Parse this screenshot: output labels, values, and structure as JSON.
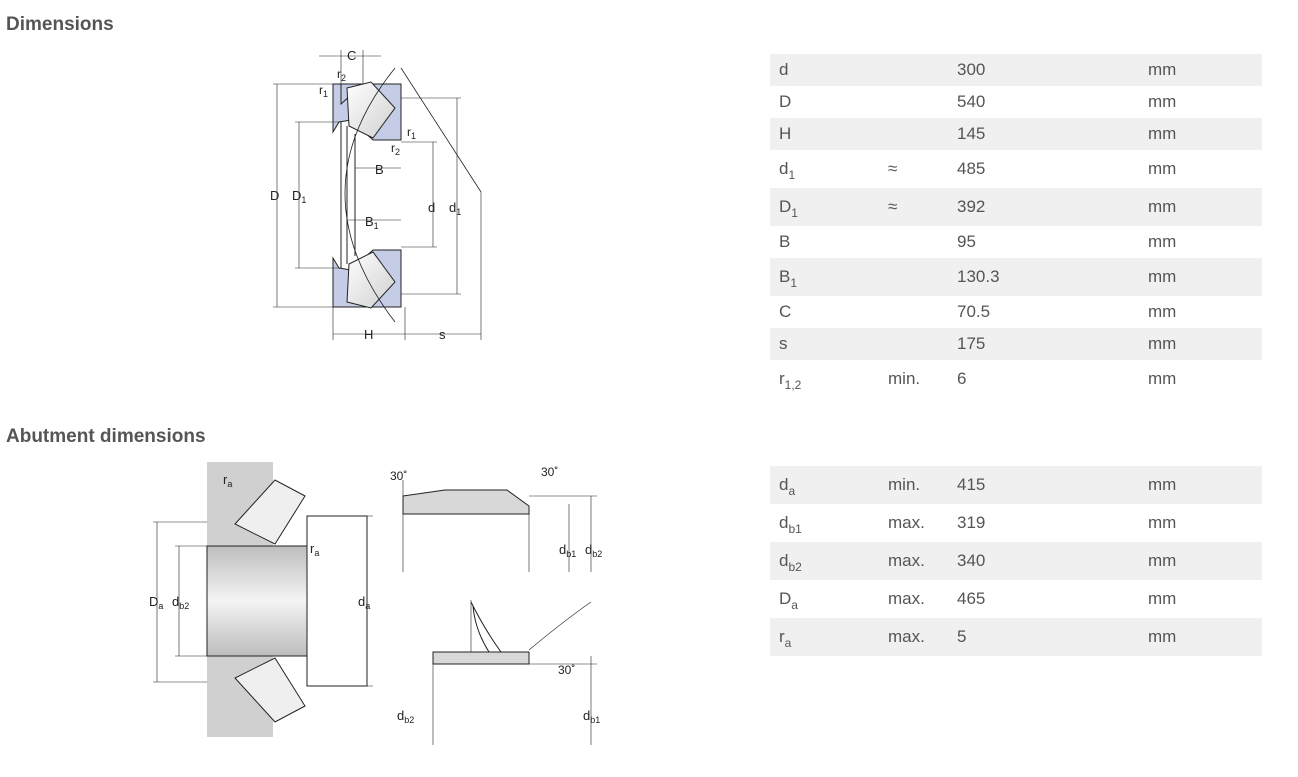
{
  "sections": {
    "dimensions_title": "Dimensions",
    "abutment_title": "Abutment dimensions"
  },
  "dimensions": [
    {
      "sym": "d",
      "sub": "",
      "qual": "",
      "value": "300",
      "unit": "mm"
    },
    {
      "sym": "D",
      "sub": "",
      "qual": "",
      "value": "540",
      "unit": "mm"
    },
    {
      "sym": "H",
      "sub": "",
      "qual": "",
      "value": "145",
      "unit": "mm"
    },
    {
      "sym": "d",
      "sub": "1",
      "qual": "≈",
      "value": "485",
      "unit": "mm"
    },
    {
      "sym": "D",
      "sub": "1",
      "qual": "≈",
      "value": "392",
      "unit": "mm"
    },
    {
      "sym": "B",
      "sub": "",
      "qual": "",
      "value": "95",
      "unit": "mm"
    },
    {
      "sym": "B",
      "sub": "1",
      "qual": "",
      "value": "130.3",
      "unit": "mm"
    },
    {
      "sym": "C",
      "sub": "",
      "qual": "",
      "value": "70.5",
      "unit": "mm"
    },
    {
      "sym": "s",
      "sub": "",
      "qual": "",
      "value": "175",
      "unit": "mm"
    },
    {
      "sym": "r",
      "sub": "1,2",
      "qual": "min.",
      "value": "6",
      "unit": "mm"
    }
  ],
  "abutment": [
    {
      "sym": "d",
      "sub": "a",
      "qual": "min.",
      "value": "415",
      "unit": "mm"
    },
    {
      "sym": "d",
      "sub": "b1",
      "qual": "max.",
      "value": "319",
      "unit": "mm"
    },
    {
      "sym": "d",
      "sub": "b2",
      "qual": "max.",
      "value": "340",
      "unit": "mm"
    },
    {
      "sym": "D",
      "sub": "a",
      "qual": "max.",
      "value": "465",
      "unit": "mm"
    },
    {
      "sym": "r",
      "sub": "a",
      "qual": "max.",
      "value": "5",
      "unit": "mm"
    }
  ],
  "diagram_labels": {
    "C": "C",
    "r2": "r",
    "r2_sub": "2",
    "r1": "r",
    "r1_sub": "1",
    "B": "B",
    "B1": "B",
    "B1_sub": "1",
    "D": "D",
    "D1": "D",
    "D1_sub": "1",
    "d": "d",
    "d1": "d",
    "d1_sub": "1",
    "H": "H",
    "s": "s"
  },
  "abutment_labels": {
    "ra": "r",
    "ra_sub": "a",
    "Da": "D",
    "Da_sub": "a",
    "db2": "d",
    "db2_sub": "b2",
    "db1": "d",
    "db1_sub": "b1",
    "da": "d",
    "da_sub": "a",
    "angle": "30˚"
  },
  "colors": {
    "bearing_fill": "#c5cde6",
    "housing_fill": "#d0d0d0",
    "row_shade": "#f0f0f0"
  }
}
